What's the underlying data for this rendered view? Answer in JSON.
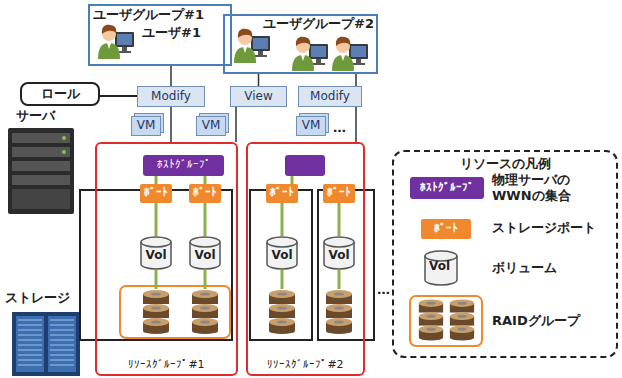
{
  "diagram": {
    "nodes": [
      {
        "text": [
          "ユーザグループ#1",
          "ユーザ#1"
        ]
      },
      {
        "text": [
          "ユーザグループ#2"
        ]
      },
      {
        "text": [
          "ロール"
        ]
      },
      {
        "text": [
          "Modify"
        ]
      },
      {
        "text": [
          "View"
        ]
      },
      {
        "text": [
          "Modify"
        ]
      },
      {
        "text": [
          "VM"
        ]
      },
      {
        "text": [
          "VM"
        ]
      },
      {
        "text": [
          "VM"
        ]
      },
      {
        "text": [
          "ﾘｿｰｽｸﾞﾙｰﾌﾟ#1"
        ]
      },
      {
        "text": [
          "ﾎｽﾄｸﾞﾙｰﾌﾟ"
        ],
        "in": 9
      },
      {
        "text": [
          "ﾎﾟｰﾄ"
        ],
        "in": 9
      },
      {
        "text": [
          "ﾎﾟｰﾄ"
        ],
        "in": 9
      },
      {
        "text": [
          "Vol"
        ],
        "in": 9
      },
      {
        "text": [
          "Vol"
        ],
        "in": 9
      },
      {
        "text": [
          "ﾘｿｰｽｸﾞﾙｰﾌﾟ#2"
        ]
      },
      {
        "text": [
          "ﾎﾟｰﾄ"
        ],
        "in": 15
      },
      {
        "text": [
          "ﾎﾟｰﾄ"
        ],
        "in": 15
      },
      {
        "text": [
          "Vol"
        ],
        "in": 15
      },
      {
        "text": [
          "Vol"
        ],
        "in": 15
      },
      {
        "text": [
          "リソースの凡例"
        ]
      }
    ],
    "edges": [
      {
        "from": 2,
        "to": 3,
        "arrow": "none"
      },
      {
        "from": 0,
        "to": 3,
        "arrow": "none"
      },
      {
        "from": 3,
        "to": 9,
        "arrow": "none"
      },
      {
        "from": 1,
        "to": 4,
        "arrow": "none"
      },
      {
        "from": 4,
        "to": 9,
        "arrow": "none"
      },
      {
        "from": 1,
        "to": 5,
        "arrow": "none"
      },
      {
        "from": 5,
        "to": 15,
        "arrow": "none"
      },
      {
        "from": 10,
        "to": 11,
        "arrow": "none"
      },
      {
        "from": 10,
        "to": 12,
        "arrow": "none"
      },
      {
        "from": 11,
        "to": 13,
        "arrow": "none"
      },
      {
        "from": 12,
        "to": 14,
        "arrow": "none"
      },
      {
        "from": 16,
        "to": 18,
        "arrow": "none"
      },
      {
        "from": 17,
        "to": 19,
        "arrow": "none"
      }
    ],
    "labels": [
      "サーバ",
      "ストレージ",
      "…",
      "…",
      "ﾎｽﾄｸﾞﾙｰﾌﾟ",
      "ﾎﾟｰﾄ",
      "Vol"
    ],
    "legend": [
      {
        "text": "物理サーバの WWNの集合",
        "color": "#7030a0"
      },
      {
        "text": "ストレージポート",
        "color": "#f0892e"
      },
      {
        "text": "ボリューム"
      },
      {
        "text": "RAIDグループ"
      }
    ]
  }
}
